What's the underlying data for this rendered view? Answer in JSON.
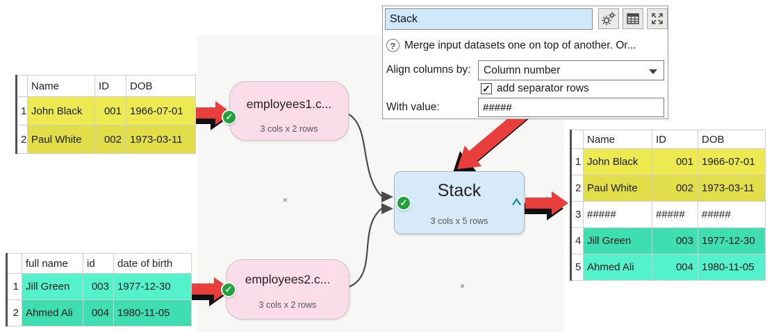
{
  "colors": {
    "yellow-bright": "#ece951",
    "yellow-dark": "#e2de49",
    "teal-bright": "#54f2cc",
    "teal-dark": "#3eddb2",
    "node-input-bg": "#fbdce9",
    "node-stack-bg": "#d7eafa",
    "check-green": "#1ea43a",
    "title-field-bg": "#cfe9fb",
    "accent-red": "#ea3e3c"
  },
  "panel": {
    "title_value": "Stack",
    "buttons": [
      {
        "icon": "gears-icon"
      },
      {
        "icon": "grid-icon"
      },
      {
        "icon": "expand-icon"
      }
    ],
    "help_text": "Merge input datasets one on top of another. Or...",
    "align_label": "Align columns by:",
    "align_value": "Column number",
    "separator_label": "add separator rows",
    "separator_checked": true,
    "with_label": "With value:",
    "with_value": "#####"
  },
  "nodes": {
    "input1": {
      "title": "employees1.c...",
      "subtitle": "3 cols x 2 rows"
    },
    "input2": {
      "title": "employees2.c...",
      "subtitle": "3 cols x 2 rows"
    },
    "stack": {
      "title": "Stack",
      "subtitle": "3 cols x 5 rows"
    }
  },
  "tables": {
    "input1": {
      "headers": [
        "Name",
        "ID",
        "DOB"
      ],
      "rows": [
        {
          "num": "1",
          "cells": [
            "John Black",
            "001",
            "1966-07-01"
          ]
        },
        {
          "num": "2",
          "cells": [
            "Paul White",
            "002",
            "1973-03-11"
          ]
        }
      ]
    },
    "input2": {
      "headers": [
        "full name",
        "id",
        "date of birth"
      ],
      "rows": [
        {
          "num": "1",
          "cells": [
            "Jill Green",
            "003",
            "1977-12-30"
          ]
        },
        {
          "num": "2",
          "cells": [
            "Ahmed Ali",
            "004",
            "1980-11-05"
          ]
        }
      ]
    },
    "output": {
      "headers": [
        "Name",
        "ID",
        "DOB"
      ],
      "rows": [
        {
          "num": "1",
          "cells": [
            "John Black",
            "001",
            "1966-07-01"
          ]
        },
        {
          "num": "2",
          "cells": [
            "Paul White",
            "002",
            "1973-03-11"
          ]
        },
        {
          "num": "3",
          "cells": [
            "#####",
            "#####",
            "#####"
          ]
        },
        {
          "num": "4",
          "cells": [
            "Jill Green",
            "003",
            "1977-12-30"
          ]
        },
        {
          "num": "5",
          "cells": [
            "Ahmed Ali",
            "004",
            "1980-11-05"
          ]
        }
      ]
    }
  }
}
